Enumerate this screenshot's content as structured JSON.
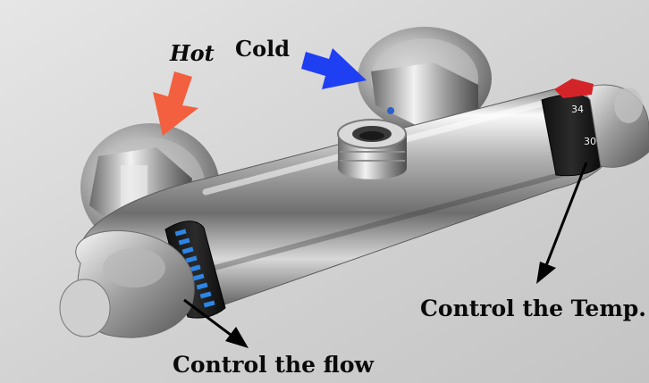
{
  "annotations": {
    "hot": "Hot",
    "cold": "Cold",
    "temperature": "Control the Temp.",
    "flow": "Control the flow"
  },
  "dial_marks": [
    "34",
    "30"
  ],
  "colors": {
    "hot_arrow": "#f2603f",
    "cold_arrow": "#1f3ff2",
    "flow_scale": "#2d86e6",
    "temp_stop": "#d3242a"
  }
}
